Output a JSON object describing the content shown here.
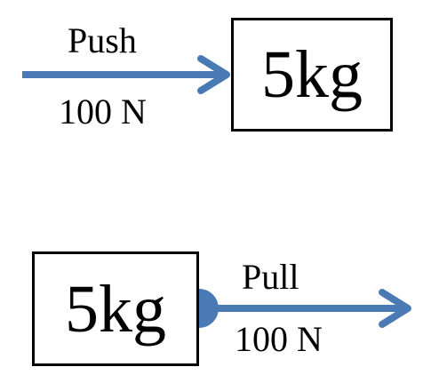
{
  "colors": {
    "arrow": "#4a7ab4",
    "text": "#000000",
    "box_border": "#000000"
  },
  "push": {
    "label": "Push",
    "magnitude": "100 N",
    "mass": "5kg"
  },
  "pull": {
    "label": "Pull",
    "magnitude": "100 N",
    "mass": "5kg"
  }
}
